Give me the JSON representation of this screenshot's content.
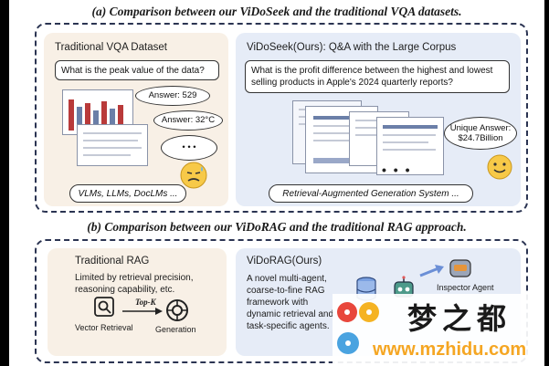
{
  "section_a": {
    "title": "(a) Comparison between our ViDoSeek and the traditional VQA datasets.",
    "left": {
      "title": "Traditional VQA Dataset",
      "question": "What is the peak value of the data?",
      "answers": [
        "Answer: 529",
        "Answer: 32°C"
      ],
      "ellipsis": "• • •",
      "models": "VLMs, LLMs, DocLMs ..."
    },
    "right": {
      "title": "ViDoSeek(Ours): Q&A with the Large Corpus",
      "question": "What is the profit difference between the highest and lowest selling products in Apple's 2024 quarterly reports?",
      "answer_label": "Unique Answer:",
      "answer_value": "$24.7Billion",
      "ellipsis": "• • •",
      "system": "Retrieval-Augmented Generation System ..."
    }
  },
  "section_b": {
    "title": "(b) Comparison between our ViDoRAG and the traditional RAG approach.",
    "left": {
      "title": "Traditional RAG",
      "desc_line1": "Limited by retrieval precision,",
      "desc_line2": "reasoning capability, etc.",
      "topk": "Top-K",
      "vector_retrieval": "Vector Retrieval",
      "generation": "Generation"
    },
    "right": {
      "title": "ViDoRAG(Ours)",
      "desc_lines": [
        "A novel multi-agent,",
        "coarse-to-fine RAG",
        "framework with",
        "dynamic retrieval and",
        "task-specific agents."
      ],
      "agent": "Inspector Agent"
    }
  },
  "watermark": {
    "name": "梦之都",
    "url": "www.mzhidu.com"
  },
  "colors": {
    "dash_border": "#2b3452",
    "left_panel": "#f8f0e6",
    "right_panel": "#e6ecf7",
    "watermark": "#f5a623"
  }
}
